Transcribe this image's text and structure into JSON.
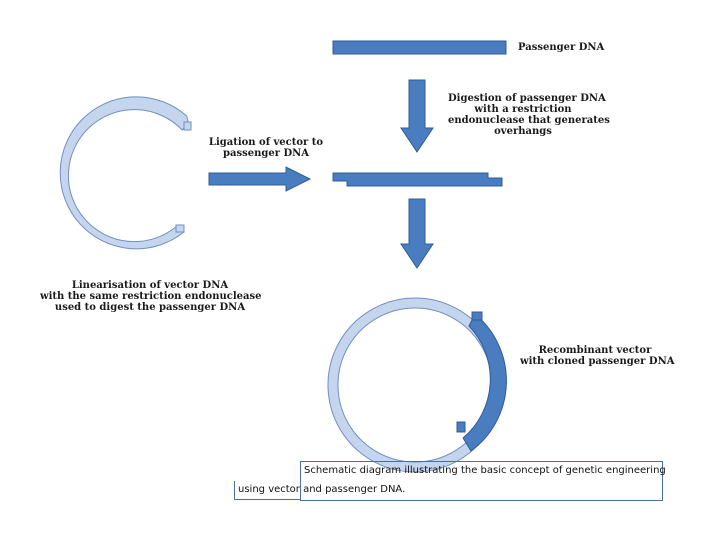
{
  "labels": {
    "passenger_dna": "Passenger DNA",
    "digestion": [
      "Digestion of passenger DNA",
      "with a restriction",
      "endonuclease that generates",
      "overhangs"
    ],
    "ligation": [
      "Ligation of vector to",
      "passenger DNA"
    ],
    "linearisation": [
      "Linearisation of vector DNA",
      "with the same restriction endonuclease",
      "used to digest the passenger DNA"
    ],
    "recombinant": [
      "Recombinant vector",
      "with cloned passenger DNA"
    ]
  },
  "caption": {
    "line1": "Schematic diagram illustrating the basic concept of genetic engineering",
    "line2": "using vector and passenger DNA."
  },
  "colors": {
    "passenger": "#4a7cc0",
    "passenger_edge": "#2f5d99",
    "vector": "#c6d5ee",
    "vector_edge": "#6f8fbf",
    "arrow": "#4a7cc0"
  }
}
